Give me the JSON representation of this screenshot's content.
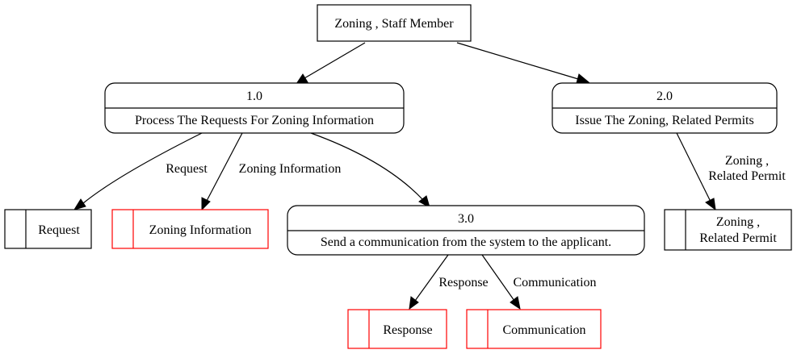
{
  "colors": {
    "default_stroke": "#000000",
    "highlight_stroke": "#ff0000",
    "background": "#ffffff"
  },
  "entity": {
    "label": "Zoning , Staff Member"
  },
  "processes": [
    {
      "id": "p1",
      "number": "1.0",
      "label": "Process The Requests For Zoning Information"
    },
    {
      "id": "p2",
      "number": "2.0",
      "label": "Issue The Zoning, Related Permits"
    },
    {
      "id": "p3",
      "number": "3.0",
      "label": "Send a communication from the system to the applicant."
    }
  ],
  "stores": [
    {
      "id": "s_request",
      "label": "Request",
      "color": "#000000"
    },
    {
      "id": "s_zoning_info",
      "label": "Zoning Information",
      "color": "#ff0000"
    },
    {
      "id": "s_permit",
      "lines": [
        "Zoning ,",
        "Related Permit"
      ],
      "color": "#000000"
    },
    {
      "id": "s_response",
      "label": "Response",
      "color": "#ff0000"
    },
    {
      "id": "s_communication",
      "label": "Communication",
      "color": "#ff0000"
    }
  ],
  "flows": [
    {
      "id": "f_entity_p1",
      "from": "entity",
      "to": "p1",
      "label": ""
    },
    {
      "id": "f_entity_p2",
      "from": "entity",
      "to": "p2",
      "label": ""
    },
    {
      "id": "f_p1_request",
      "from": "p1",
      "to": "s_request",
      "label": "Request"
    },
    {
      "id": "f_p1_zoning",
      "from": "p1",
      "to": "s_zoning_info",
      "label": "Zoning Information"
    },
    {
      "id": "f_p1_p3",
      "from": "p1",
      "to": "p3",
      "label": ""
    },
    {
      "id": "f_p2_permit",
      "from": "p2",
      "to": "s_permit",
      "lines": [
        "Zoning ,",
        "Related Permit"
      ]
    },
    {
      "id": "f_p3_response",
      "from": "p3",
      "to": "s_response",
      "label": "Response"
    },
    {
      "id": "f_p3_communication",
      "from": "p3",
      "to": "s_communication",
      "label": "Communication"
    }
  ]
}
